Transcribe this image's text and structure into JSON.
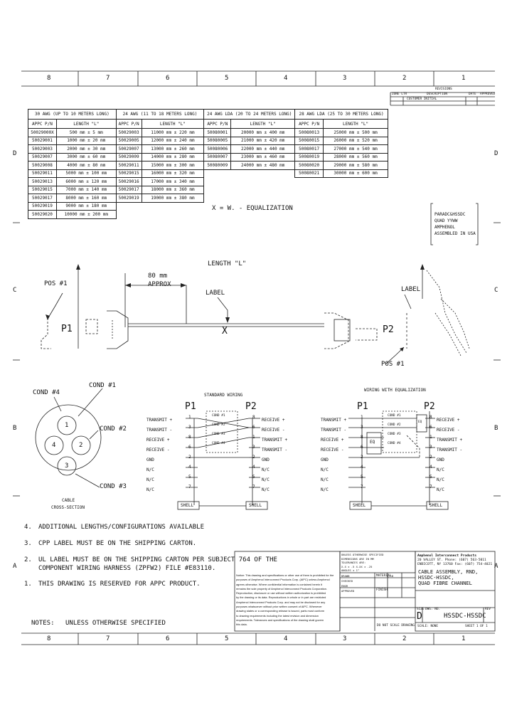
{
  "zone_columns": [
    "8",
    "7",
    "6",
    "5",
    "4",
    "3",
    "2",
    "1"
  ],
  "zone_rows": [
    "D",
    "C",
    "B",
    "A"
  ],
  "revisions": {
    "title": "REVISIONS",
    "headers": [
      "ZONE  LTR",
      "DESCRIPTION",
      "DATE",
      "APPROVED"
    ],
    "row": "CUSTOMER INITIAL"
  },
  "length_table": {
    "groups": [
      "30 AWG (UP TO 10 METERS LONG)",
      "24 AWG (11 TO 18 METERS LONG)",
      "24 AWG LDA (20 TO 24 METERS LONG)",
      "28 AWG LDA (25 TO 30 METERS LONG)"
    ],
    "col_pn": "APPC P/N",
    "col_len": "LENGTH \"L\"",
    "col_len2": "LENGTH \"L\"",
    "g1": [
      [
        "50029000X",
        "500 mm ± 5 mm"
      ],
      [
        "50029001",
        "1000 mm ± 20 mm"
      ],
      [
        "50029003",
        "2000 mm ± 30 mm"
      ],
      [
        "50029007",
        "3000 mm ± 60 mm"
      ],
      [
        "50029008",
        "4000 mm ± 80 mm"
      ],
      [
        "50029011",
        "5000 mm ± 100 mm"
      ],
      [
        "50029013",
        "6000 mm ± 120 mm"
      ],
      [
        "50029015",
        "7000 mm ± 140 mm"
      ],
      [
        "50029017",
        "8000 mm ± 160 mm"
      ],
      [
        "50029019",
        "9000 mm ± 180 mm"
      ],
      [
        "50029020",
        "10000 mm ± 200 mm"
      ]
    ],
    "g2": [
      [
        "50029003",
        "11000 mm ± 220 mm"
      ],
      [
        "50029005",
        "12000 mm ± 240 mm"
      ],
      [
        "50029007",
        "13000 mm ± 260 mm"
      ],
      [
        "50029009",
        "14000 mm ± 280 mm"
      ],
      [
        "50029011",
        "15000 mm ± 300 mm"
      ],
      [
        "50029015",
        "16000 mm ± 320 mm"
      ],
      [
        "50029016",
        "17000 mm ± 340 mm"
      ],
      [
        "50029017",
        "18000 mm ± 360 mm"
      ],
      [
        "50029019",
        "19000 mm ± 380 mm"
      ]
    ],
    "g3": [
      [
        "50080001",
        "20000 mm ± 400 mm"
      ],
      [
        "50080005",
        "21000 mm ± 420 mm"
      ],
      [
        "50080006",
        "22000 mm ± 440 mm"
      ],
      [
        "50080007",
        "23000 mm ± 460 mm"
      ],
      [
        "50080009",
        "24000 mm ± 480 mm"
      ]
    ],
    "g4": [
      [
        "50080013",
        "25000 mm ± 500 mm"
      ],
      [
        "50080015",
        "26000 mm ± 520 mm"
      ],
      [
        "50080017",
        "27000 mm ± 540 mm"
      ],
      [
        "50080019",
        "28000 mm ± 560 mm"
      ],
      [
        "50080020",
        "29000 mm ± 580 mm"
      ],
      [
        "50080021",
        "30000 mm ± 600 mm"
      ]
    ]
  },
  "equalization_note": "X = W. - EQUALIZATION",
  "marking_note": [
    "PARADC&HSSDC",
    "QUAD    YYWW",
    "AMPHENOL",
    "ASSEMBLED IN USA"
  ],
  "cable_drawing": {
    "length_label": "LENGTH \"L\"",
    "dim_80": "80 mm",
    "approx": "APPROX",
    "label_left": "LABEL",
    "label_right": "LABEL",
    "pos1_left": "POS #1",
    "pos1_right": "POS #1",
    "p1": "P1",
    "p2": "P2",
    "x_mark": "X"
  },
  "cross_section": {
    "cond_1": "COND #1",
    "cond_2": "COND #2",
    "cond_3": "COND #3",
    "cond_4": "COND #4",
    "n1": "1",
    "n2": "2",
    "n3": "3",
    "n4": "4",
    "caption": [
      "CABLE",
      "CROSS-SECTION"
    ]
  },
  "standard_wiring": {
    "title": "STANDARD WIRING",
    "p1": "P1",
    "p2": "P2",
    "left": [
      [
        "TRANSMIT +",
        "1"
      ],
      [
        "TRANSMIT -",
        "3"
      ],
      [
        "RECEIVE +",
        "8"
      ],
      [
        "RECEIVE -",
        "6"
      ],
      [
        "GND",
        "2"
      ],
      [
        "N/C",
        "4"
      ],
      [
        "N/C",
        "5"
      ],
      [
        "N/C",
        "7"
      ]
    ],
    "right": [
      [
        "8",
        "RECEIVE +"
      ],
      [
        "6",
        "RECEIVE -"
      ],
      [
        "1",
        "TRANSMIT +"
      ],
      [
        "3",
        "TRANSMIT -"
      ],
      [
        "2",
        "GND"
      ],
      [
        "4",
        "N/C"
      ],
      [
        "5",
        "N/C"
      ],
      [
        "7",
        "N/C"
      ]
    ],
    "conds": [
      "COND #1",
      "COND #2",
      "COND #3",
      "COND #4"
    ],
    "shell": "SHELL"
  },
  "eq_wiring": {
    "title": "WIRING WITH EQUALIZATION",
    "p1": "P1",
    "p2": "P2",
    "left": [
      [
        "TRANSMIT +",
        "1"
      ],
      [
        "TRANSMIT -",
        "3"
      ],
      [
        "RECEIVE +",
        "8"
      ],
      [
        "RECEIVE -",
        "6"
      ],
      [
        "GND",
        "2"
      ],
      [
        "N/C",
        "4"
      ],
      [
        "N/C",
        "5"
      ],
      [
        "N/C",
        "7"
      ]
    ],
    "right": [
      [
        "8",
        "RECEIVE +"
      ],
      [
        "6",
        "RECEIVE -"
      ],
      [
        "1",
        "TRANSMIT +"
      ],
      [
        "3",
        "TRANSMIT -"
      ],
      [
        "2",
        "GND"
      ],
      [
        "4",
        "N/C"
      ],
      [
        "5",
        "N/C"
      ],
      [
        "7",
        "N/C"
      ]
    ],
    "conds": [
      "COND #1",
      "COND #2",
      "COND #3",
      "COND #4"
    ],
    "eq_left": "EQ",
    "eq_right": "EQ",
    "shell": "SHELL"
  },
  "notes": {
    "title": "NOTES:",
    "qualifier": "UNLESS OTHERWISE SPECIFIED",
    "items": [
      [
        "4.",
        "ADDITIONAL LENGTHS/CONFIGURATIONS AVAILABLE"
      ],
      [
        "3.",
        "CPP LABEL MUST BE ON THE SHIPPING CARTON."
      ],
      [
        "2.",
        "UL LABEL MUST BE ON THE SHIPPING CARTON PER SUBJECT 764 OF THE"
      ],
      [
        "",
        "COMPONENT WIRING HARNESS (ZPFW2) FILE #E83110."
      ],
      [
        "1.",
        "THIS DRAWING IS RESERVED FOR APPC PRODUCT."
      ]
    ]
  },
  "legal_notice": [
    "Notice: This drawing and specifications or other use of them is prohibited for the",
    "purposes of Amphenol Interconnect Products Corp. (AIPC) unless Amphenol",
    "agrees otherwise. Where confidential information is contained herein it",
    "remains the sole property of Amphenol Interconnect Products Corporation.",
    "Reproduction, disclosure or use without written authorization is prohibited",
    "by the drawing or its data. Reproductions in whole or in part are restricted",
    "Amphenol Interconnect Products Corp. and may not be disclosed for any",
    "purposes whatsoever without prior written consent of AIPC. Whenever",
    "drawing states or a corresponding release is issued, parts must conform",
    "to drawing requirements including the latest revision and dimension",
    "requirements. Tolerances and specifications of the drawing shall govern",
    "this data."
  ],
  "dims_block": [
    "UNLESS OTHERWISE SPECIFIED",
    "DIMENSIONS ARE IN MM",
    "TOLERANCES ARE:",
    "X.X ± .5  X.XX ± .25",
    "ANGLES ± 1°"
  ],
  "approvals": {
    "rows": [
      [
        "DRAWN",
        "",
        "3/18"
      ],
      [
        "CHECKED",
        "",
        ""
      ],
      [
        "ENGR",
        "",
        " "
      ],
      [
        "APPROVED",
        "",
        " "
      ]
    ],
    "material_label": "MATERIAL",
    "finish_label": "FINISH",
    "scale_label": "SCALE",
    "scale_value": "SCALE: NONE",
    "dont_scale": "DO NOT SCALE DRAWING"
  },
  "company": {
    "name": "Amphenol Interconnect Products",
    "address1": "20 VALLEY ST.        Phone: (607) 563-5011",
    "address2": "ENDICOTT, NY 13760   Fax:   (607) 754-4021",
    "title_lines": [
      "CABLE ASSEMBLY, RND,",
      "HSSDC-HSSDC,",
      "QUAD FIBRE CHANNEL"
    ]
  },
  "title_block": {
    "size_label": "SIZE",
    "size": "D",
    "dwg_label": "DWG. NO.",
    "drawing_number": "HSSDC-HSSDC",
    "rev_label": "REV",
    "rev": "",
    "scale": "SCALE: NONE",
    "sheet": "SHEET 1 OF 1"
  }
}
